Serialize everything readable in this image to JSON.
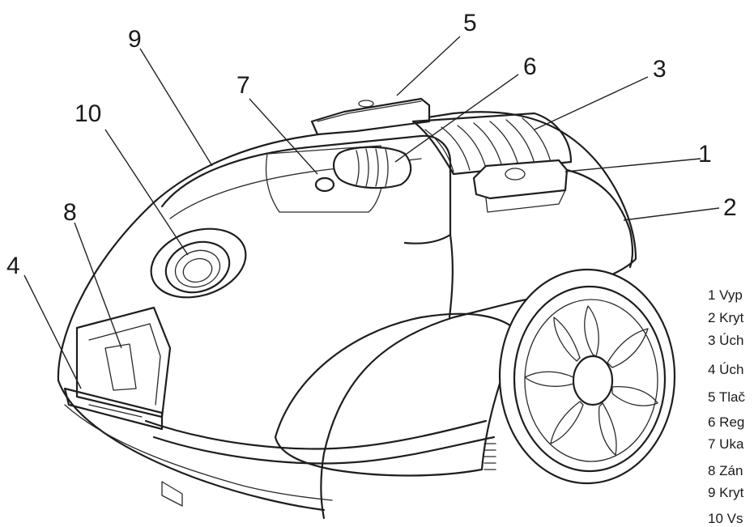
{
  "callouts": {
    "c1": "1",
    "c2": "2",
    "c3": "3",
    "c4": "4",
    "c5": "5",
    "c6": "6",
    "c7": "7",
    "c8": "8",
    "c9": "9",
    "c10": "10"
  },
  "legend": [
    "1 Vyp",
    "2 Kryt",
    "3 Úch",
    "4 Úch",
    "5 Tlač",
    "6 Reg",
    "7 Uka",
    "8 Zán",
    "9 Kryt",
    "10 Vs"
  ]
}
